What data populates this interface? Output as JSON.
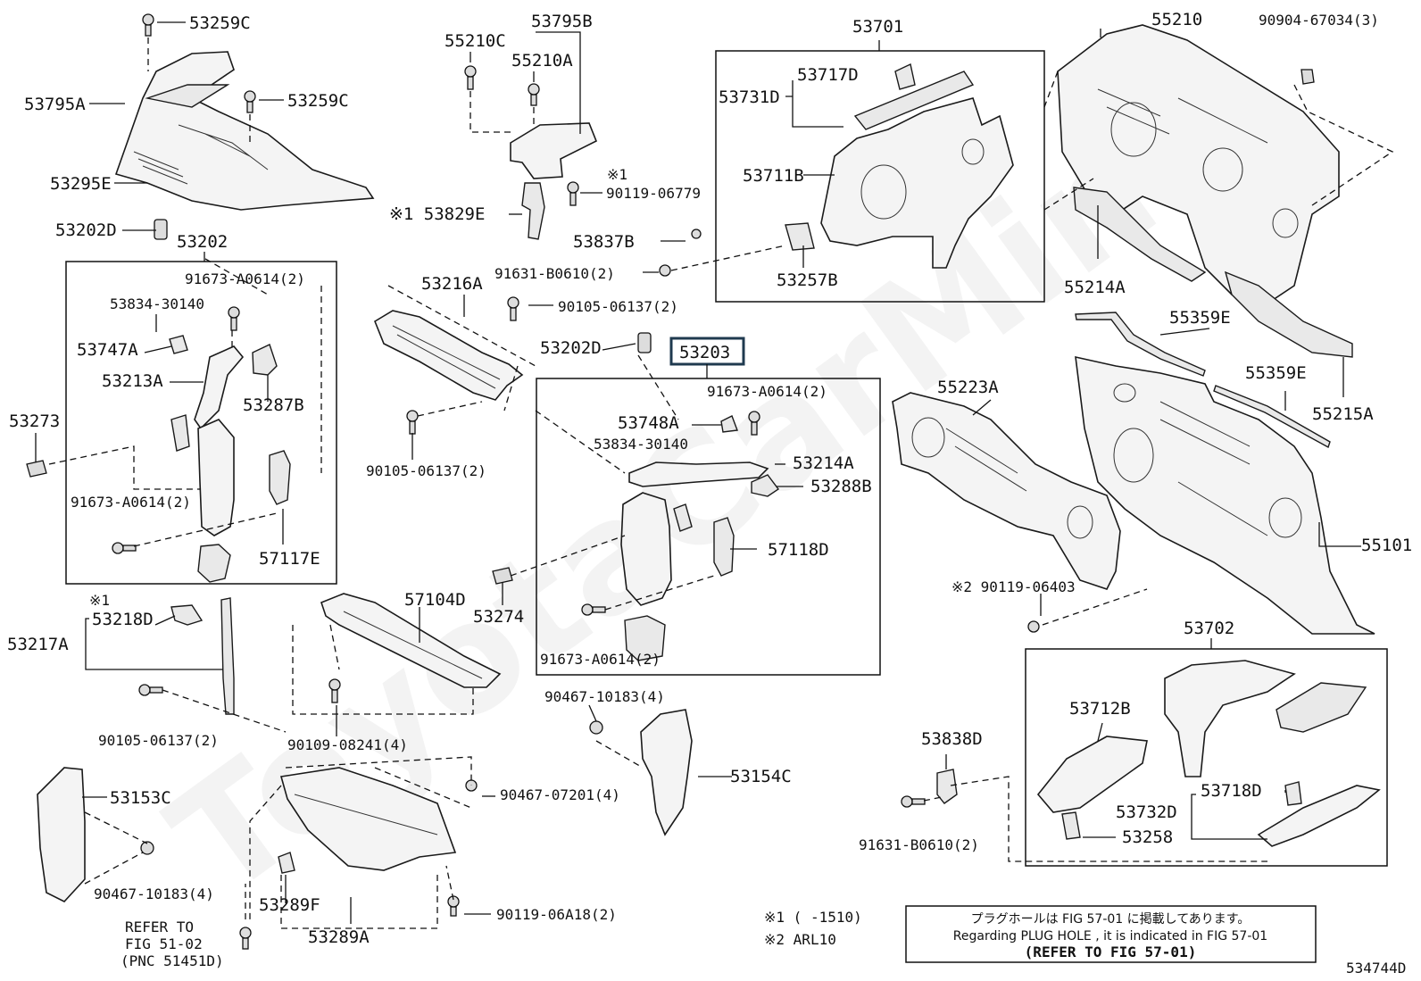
{
  "watermark": "ToyotaCarMine",
  "highlight_part": "53203",
  "labels": {
    "p53259C_a": "53259C",
    "p53259C_b": "53259C",
    "p53795A": "53795A",
    "p53295E": "53295E",
    "p55210C": "55210C",
    "p53795B": "53795B",
    "p55210A": "55210A",
    "p53829E": "※1 53829E",
    "p90119_06779_mark": "※1",
    "p90119_06779": "90119-06779",
    "p53837B": "53837B",
    "p91631_B0610_top": "91631-B0610(2)",
    "p53701": "53701",
    "p53717D": "53717D",
    "p53731D": "53731D",
    "p53711B": "53711B",
    "p53257B": "53257B",
    "p55210": "55210",
    "p90904_67034": "90904-67034(3)",
    "p55214A": "55214A",
    "p55359E_a": "55359E",
    "p55359E_b": "55359E",
    "p55215A": "55215A",
    "p53202D_a": "53202D",
    "p53202": "53202",
    "p91673_A0614_a": "91673-A0614(2)",
    "p53834_30140_a": "53834-30140",
    "p53747A": "53747A",
    "p53213A": "53213A",
    "p53287B": "53287B",
    "p53273": "53273",
    "p91673_A0614_b": "91673-A0614(2)",
    "p57117E": "57117E",
    "p53216A": "53216A",
    "p90105_06137_a": "90105-06137(2)",
    "p90105_06137_b": "90105-06137(2)",
    "p53202D_b": "53202D",
    "p53203": "53203",
    "p91673_A0614_c": "91673-A0614(2)",
    "p53748A": "53748A",
    "p53834_30140_b": "53834-30140",
    "p53214A": "53214A",
    "p53288B": "53288B",
    "p57118D": "57118D",
    "p53274": "53274",
    "p91673_A0614_d": "91673-A0614(2)",
    "p55223A": "55223A",
    "p55101": "55101",
    "p90119_06403": "※2 90119-06403",
    "p53218D_mark": "※1",
    "p53218D": "53218D",
    "p53217A": "53217A",
    "p90105_06137_c": "90105-06137(2)",
    "p57104D": "57104D",
    "p90109_08241": "90109-08241(4)",
    "p90467_10183_a": "90467-10183(4)",
    "p53154C": "53154C",
    "p53702": "53702",
    "p53712B": "53712B",
    "p53838D": "53838D",
    "p53718D": "53718D",
    "p53732D": "53732D",
    "p53258": "53258",
    "p91631_B0610_b": "91631-B0610(2)",
    "p53153C": "53153C",
    "p90467_10183_b": "90467-10183(4)",
    "p90467_07201": "90467-07201(4)",
    "p53289F": "53289F",
    "p53289A": "53289A",
    "p90119_06A18": "90119-06A18(2)",
    "ref_line1": "REFER TO",
    "ref_line2": "FIG 51-02",
    "ref_line3": "(PNC 51451D)"
  },
  "footnotes": {
    "note1": "※1 (     -1510)",
    "note2": "※2 ARL10"
  },
  "plug_hole_note": {
    "japanese": "プラグホールは FIG 57-01 に掲載してあります。",
    "english": "Regarding  PLUG HOLE , it is indicated in FIG 57-01",
    "refer": "(REFER TO FIG 57-01)"
  },
  "figure_code": "534744D"
}
